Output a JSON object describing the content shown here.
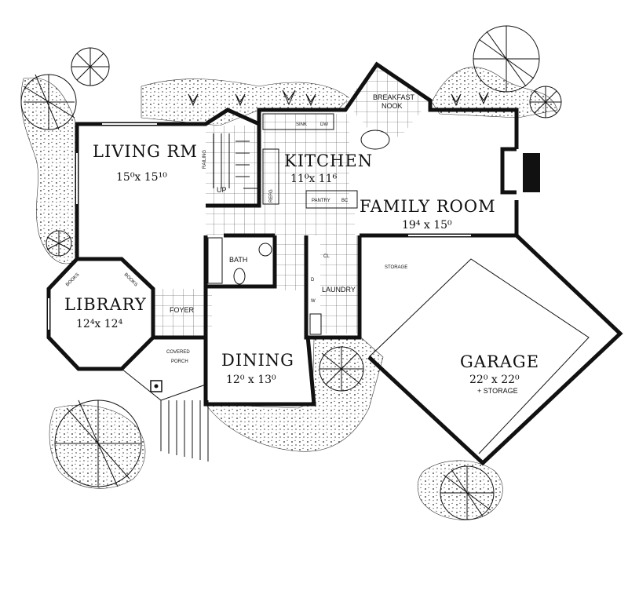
{
  "rooms": {
    "living": {
      "name": "LIVING RM",
      "dims": "15⁰x 15¹⁰"
    },
    "kitchen": {
      "name": "KITCHEN",
      "dims": "11⁰x 11⁶"
    },
    "family": {
      "name": "FAMILY ROOM",
      "dims": "19⁴ x 15⁰"
    },
    "library": {
      "name": "LIBRARY",
      "dims": "12⁴x 12⁴"
    },
    "dining": {
      "name": "DINING",
      "dims": "12⁰ x 13⁰"
    },
    "garage": {
      "name": "GARAGE",
      "dims": "22⁰ x 22⁰",
      "note": "+ STORAGE"
    }
  },
  "small_labels": {
    "breakfast": "BREAKFAST",
    "nook": "NOOK",
    "sink": "SINK",
    "dw": "DW",
    "refg": "REFG",
    "pantry": "PANTRY",
    "bc": "BC",
    "railing": "RAILING",
    "up": "UP",
    "bath": "BATH",
    "storage": "STORAGE",
    "laundry": "LAUNDRY",
    "foyer": "FOYER",
    "covered": "COVERED",
    "porch": "PORCH",
    "books_left": "BOOKS",
    "books_right": "BOOKS",
    "cl": "CL",
    "w": "W",
    "d": "D"
  },
  "colors": {
    "ink": "#111111",
    "paper": "#ffffff"
  }
}
